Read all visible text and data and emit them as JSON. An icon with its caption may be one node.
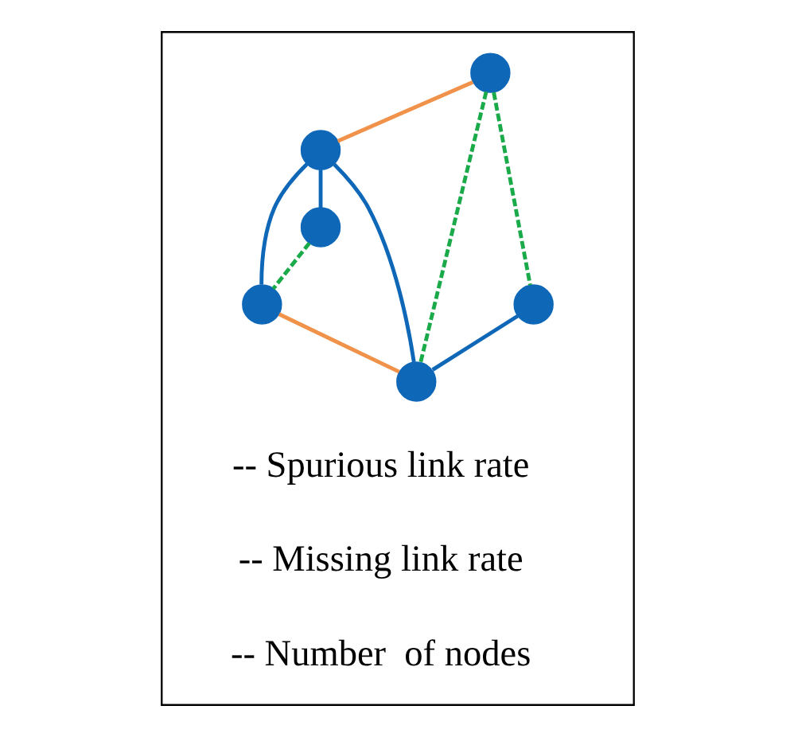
{
  "diagram": {
    "nodes": [
      {
        "text": [],
        "shape": "box"
      },
      {
        "text": [],
        "shape": "circle",
        "in": 0
      },
      {
        "text": [],
        "shape": "circle",
        "in": 0
      },
      {
        "text": [],
        "shape": "circle",
        "in": 0
      },
      {
        "text": [],
        "shape": "circle",
        "in": 0
      },
      {
        "text": [],
        "shape": "circle",
        "in": 0
      },
      {
        "text": [],
        "shape": "circle",
        "in": 0
      }
    ],
    "edges": [
      {
        "from": 2,
        "to": 1,
        "arrow": "none"
      },
      {
        "from": 3,
        "to": 2,
        "arrow": "none",
        "color": "#f0924a"
      },
      {
        "from": 1,
        "to": 4,
        "arrow": "none",
        "color": "#f0924a"
      },
      {
        "from": 2,
        "to": 5,
        "arrow": "none"
      },
      {
        "from": 2,
        "to": 4,
        "arrow": "none"
      },
      {
        "from": 3,
        "to": 4,
        "arrow": "none",
        "style": "dashed",
        "color": "#1aaa4a"
      },
      {
        "from": 5,
        "to": 1,
        "arrow": "none",
        "style": "dashed",
        "color": "#1aaa4a"
      },
      {
        "from": 3,
        "to": 6,
        "arrow": "none",
        "style": "dashed",
        "color": "#1aaa4a"
      },
      {
        "from": 6,
        "to": 4,
        "arrow": "none"
      }
    ],
    "labels": [
      "-- Spurious link rate",
      "-- Missing link rate",
      "-- Number  of nodes"
    ]
  }
}
